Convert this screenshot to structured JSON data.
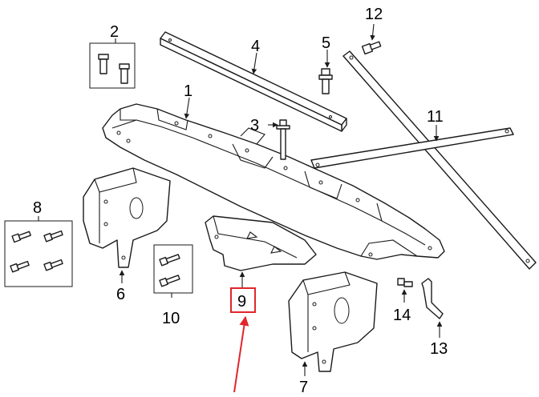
{
  "diagram": {
    "callouts": [
      "1",
      "2",
      "3",
      "4",
      "5",
      "6",
      "7",
      "8",
      "9",
      "10",
      "11",
      "12",
      "13",
      "14"
    ],
    "highlighted_callout": "9",
    "colors": {
      "line": "#1a1a1a",
      "highlight": "#e0262b",
      "background": "#ffffff"
    }
  }
}
